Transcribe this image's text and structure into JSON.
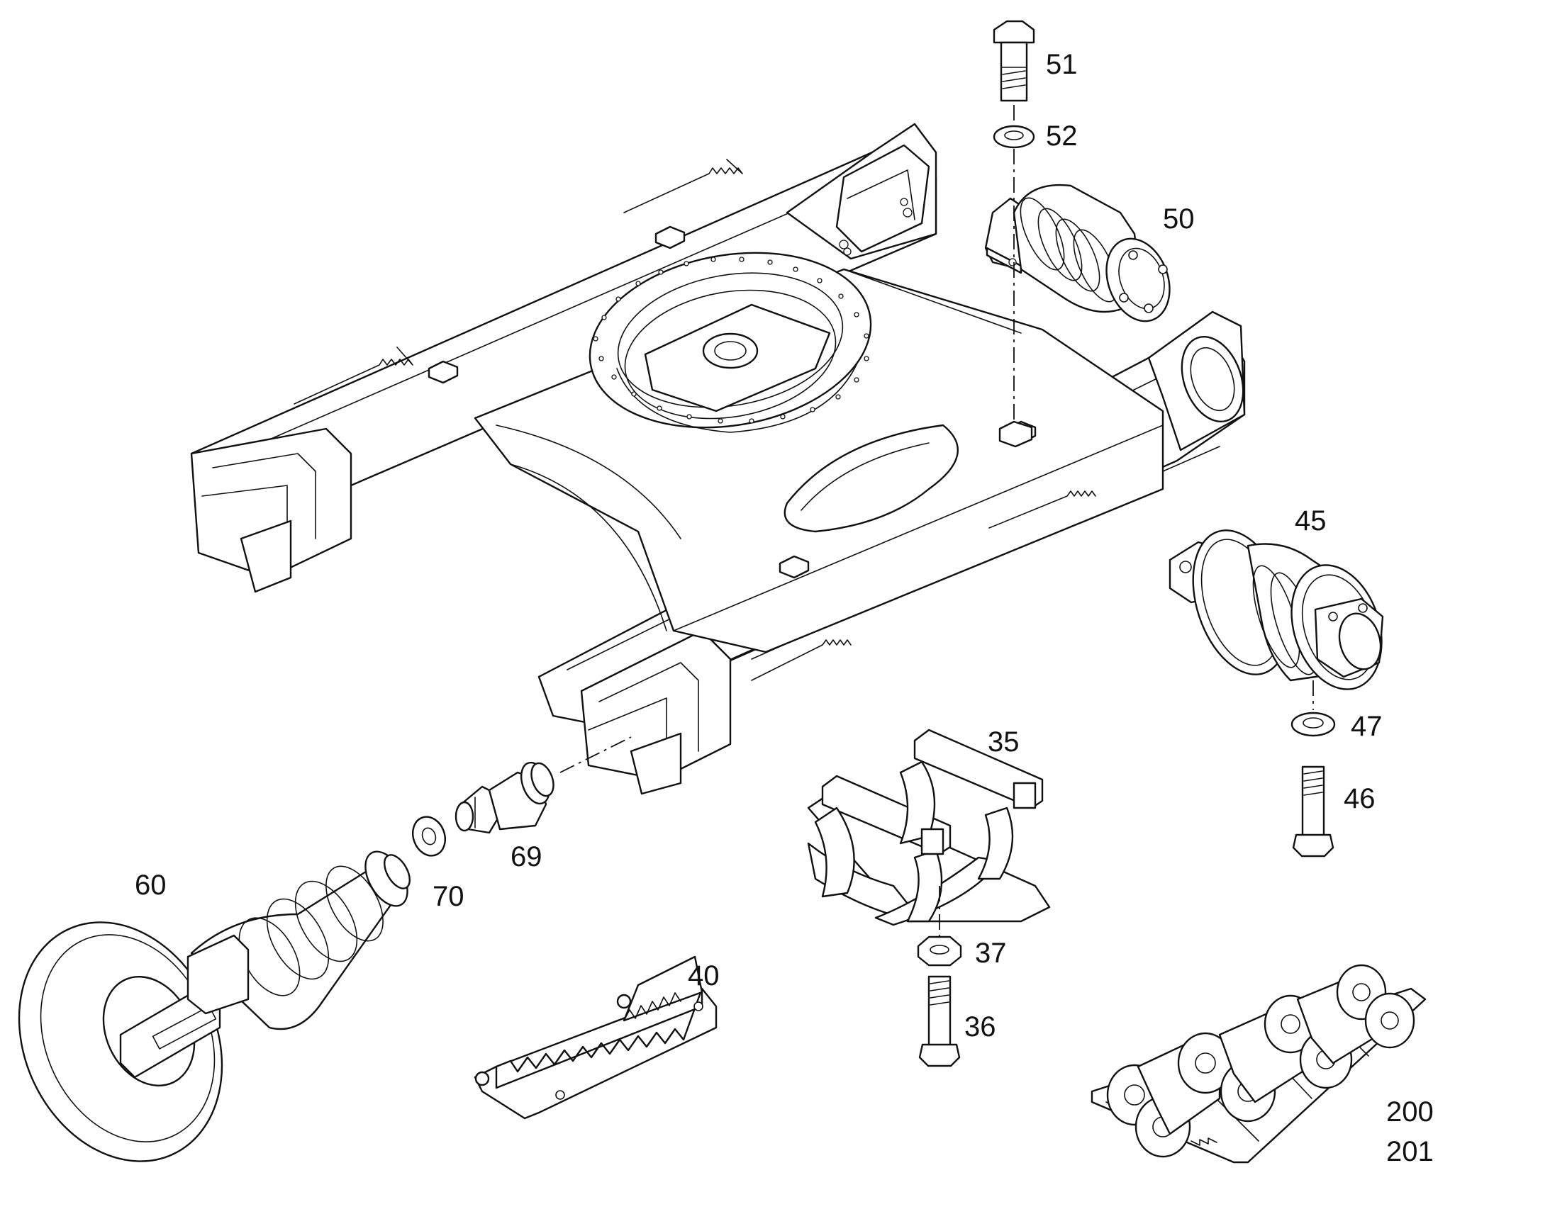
{
  "diagram": {
    "colors": {
      "line": "#111111",
      "fill": "#ffffff",
      "background": "#ffffff"
    },
    "callouts": {
      "c51": "51",
      "c52": "52",
      "c50": "50",
      "c45": "45",
      "c47": "47",
      "c46": "46",
      "c35": "35",
      "c37": "37",
      "c36": "36",
      "c69": "69",
      "c70": "70",
      "c60": "60",
      "c40": "40",
      "c200": "200",
      "c201": "201"
    }
  }
}
